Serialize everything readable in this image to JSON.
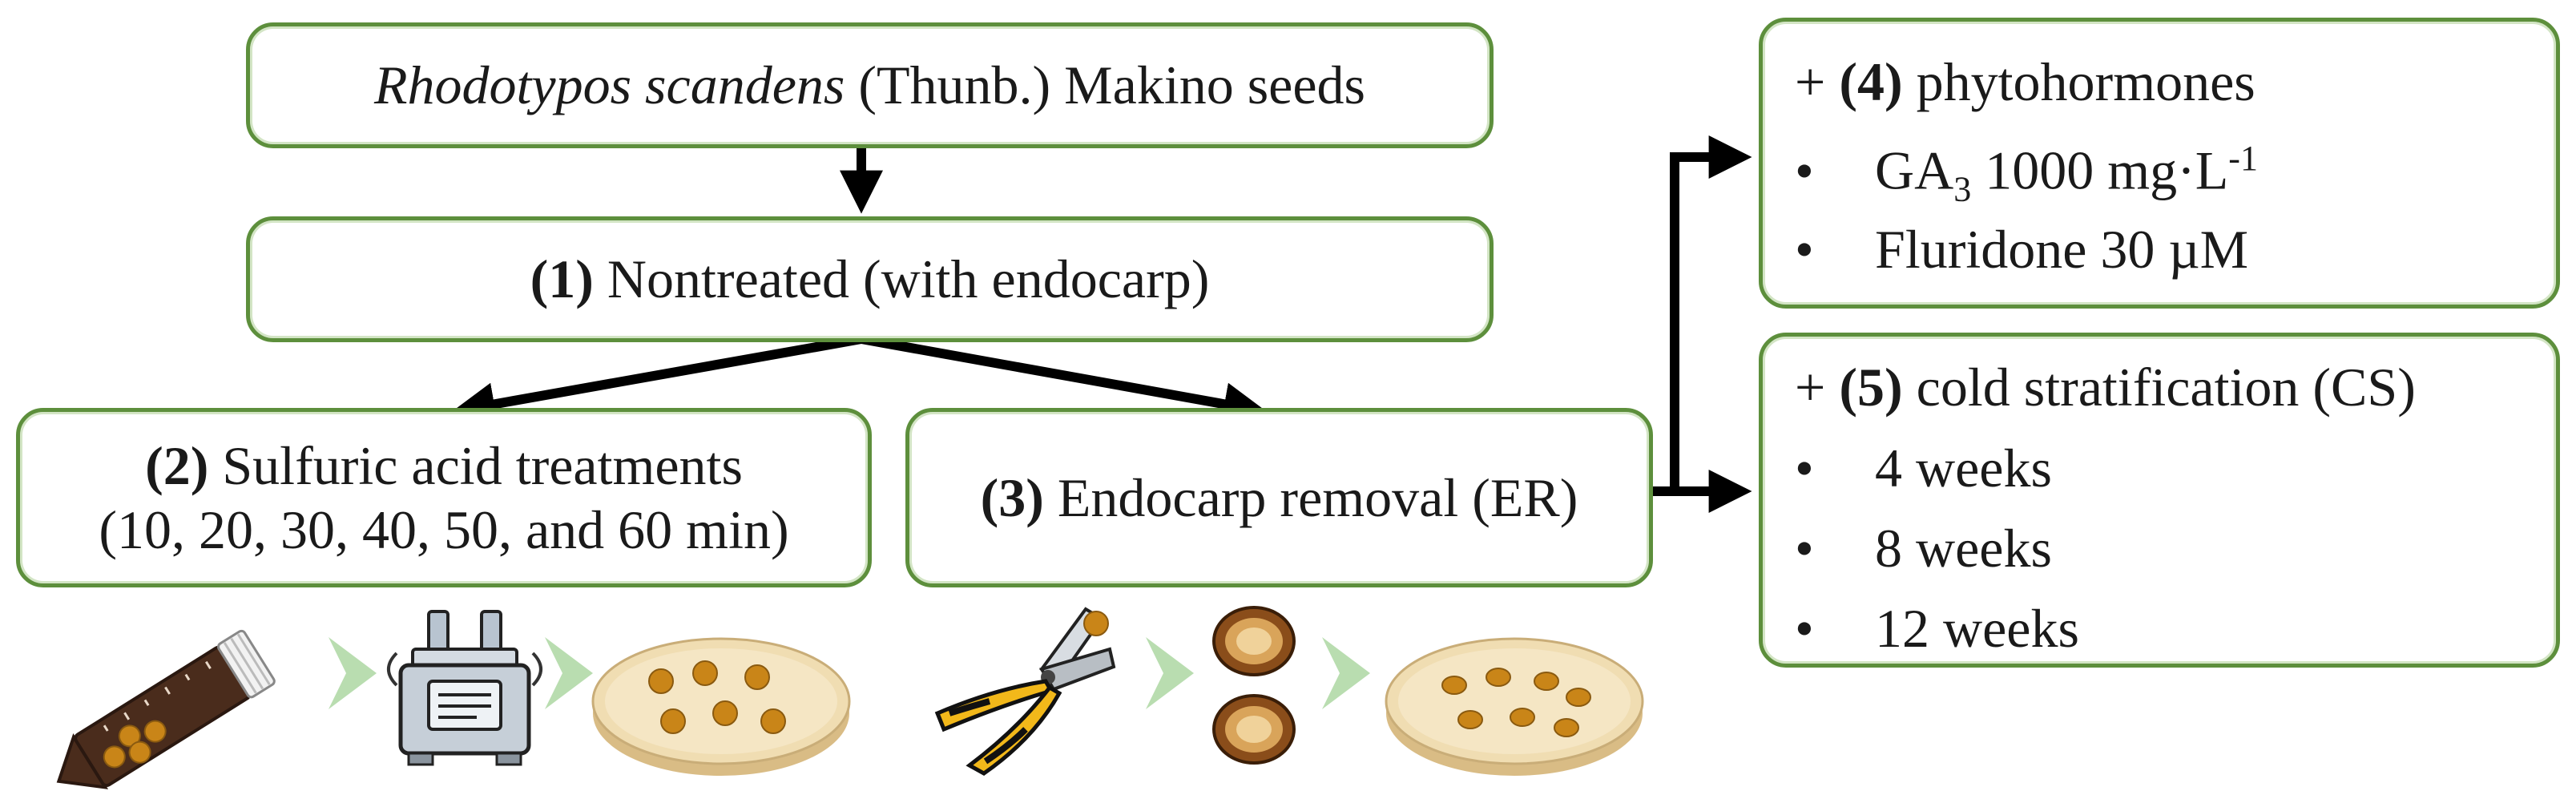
{
  "colors": {
    "box_border": "#5d8f3c",
    "arrow": "#000000",
    "flow_chevron": "#b9ddb0",
    "seed": "#c98518",
    "dish": "#f0ddb2"
  },
  "species": {
    "italic_name": "Rhodotypos scandens",
    "rest": " (Thunb.) Makino seeds"
  },
  "step1": {
    "num": "(1)",
    "text": " Nontreated (with endocarp)"
  },
  "step2": {
    "num": "(2)",
    "text": " Sulfuric acid treatments",
    "line2": "(10, 20, 30, 40, 50, and 60 min)"
  },
  "step3": {
    "num": "(3)",
    "text": " Endocarp removal (ER)"
  },
  "step4": {
    "prefix": "+ ",
    "num": "(4)",
    "text": " phytohormones",
    "ga_base": "GA",
    "ga_sub": "3",
    "ga_value": " 1000 mg·L",
    "ga_sup": "-1",
    "fluridone": "Fluridone 30 µM"
  },
  "step5": {
    "prefix": "+ ",
    "num": "(5)",
    "text": " cold stratification (CS)",
    "items": [
      "4 weeks",
      "8 weeks",
      "12 weeks"
    ]
  },
  "bullet_symbol": "•",
  "icons": {
    "acid_row": [
      "seed-tube-icon",
      "shaker-machine-icon",
      "petri-dish-icon"
    ],
    "er_row": [
      "pruning-shears-icon",
      "split-seed-icon",
      "petri-dish-icon"
    ]
  }
}
